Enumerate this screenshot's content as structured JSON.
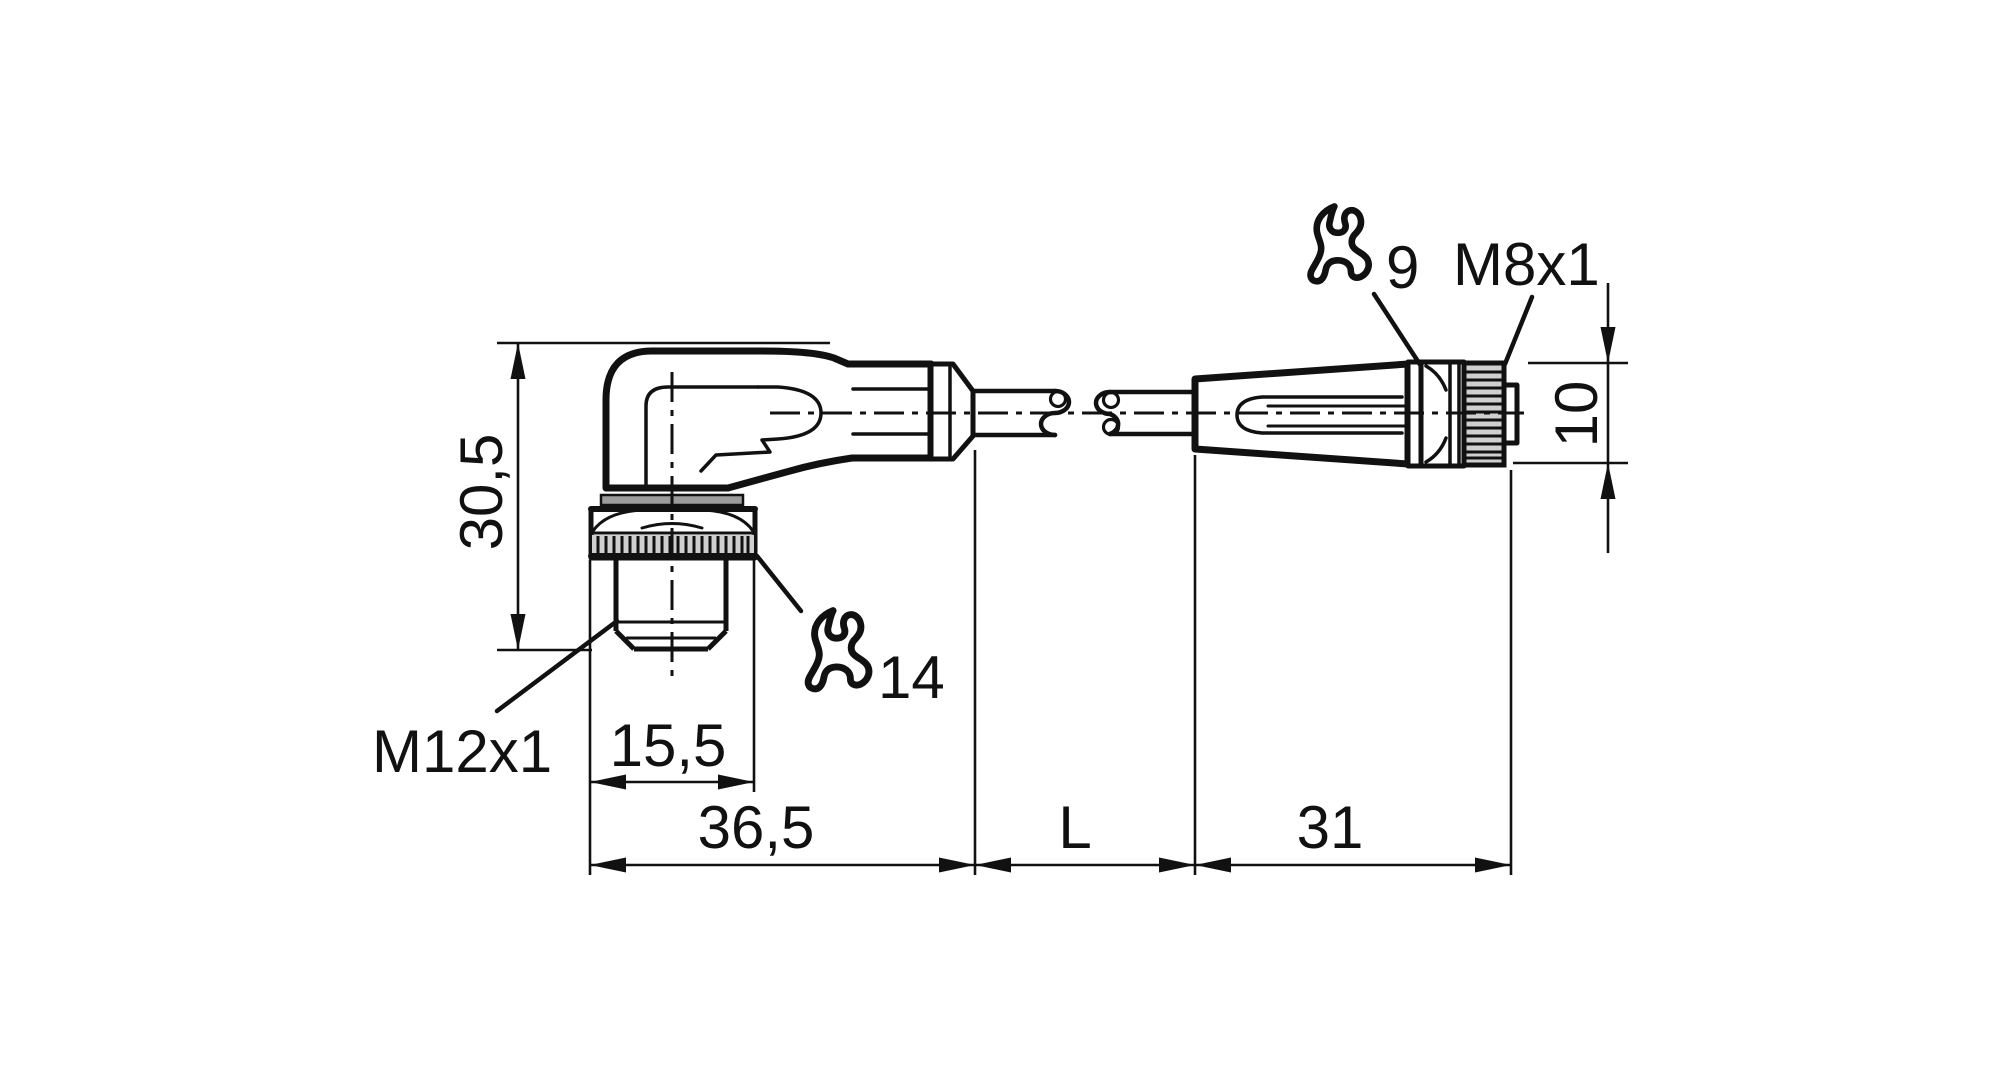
{
  "app": {
    "type": "technical-drawing",
    "background": "#ffffff"
  },
  "drawing": {
    "line_color": "#111111",
    "metal_fill": "#9c9c9c",
    "knurl_fill": "#cfcfcf",
    "left_connector": {
      "thread_label": "M12x1",
      "wrench_size": "14",
      "height_dim": "30,5",
      "nut_width_dim": "15,5",
      "length_dim": "36,5"
    },
    "cable": {
      "length_dim": "L"
    },
    "right_connector": {
      "thread_label": "M8x1",
      "wrench_size": "9",
      "length_dim": "31",
      "diameter_dim": "10"
    }
  }
}
